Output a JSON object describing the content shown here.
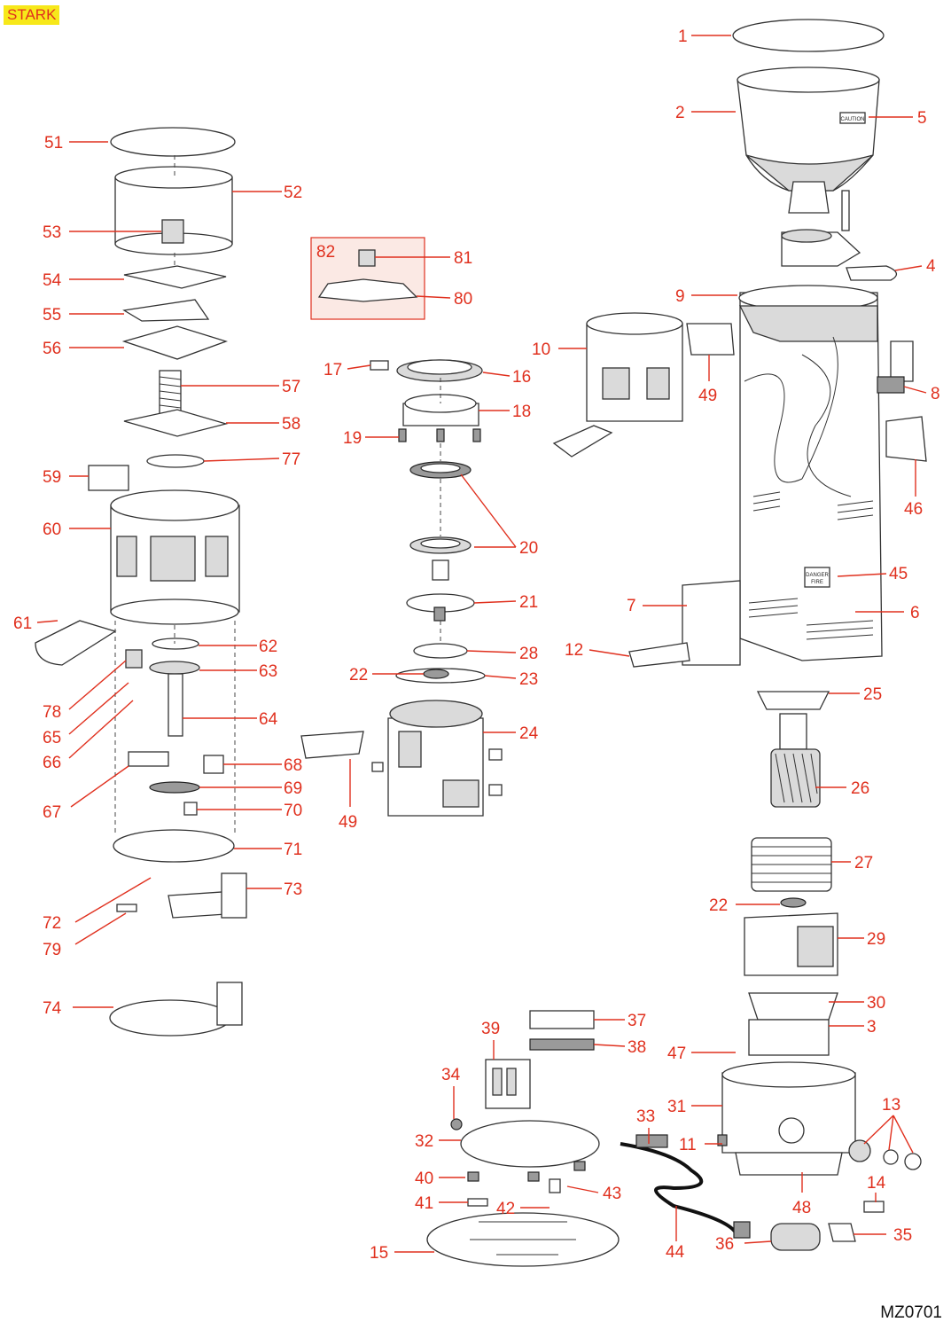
{
  "brand_badge": "STARK",
  "drawing_code": "MZ0701",
  "colors": {
    "label": "#e0301e",
    "badge_bg": "#f7e81a",
    "inset_bg": "#fbe9e4",
    "inset_border": "#e0301e"
  },
  "callouts": {
    "c1": "1",
    "c2": "2",
    "c3": "3",
    "c4": "4",
    "c5": "5",
    "c6": "6",
    "c7": "7",
    "c8": "8",
    "c9": "9",
    "c10": "10",
    "c11": "11",
    "c12": "12",
    "c13": "13",
    "c14": "14",
    "c15": "15",
    "c16": "16",
    "c17": "17",
    "c18": "18",
    "c19": "19",
    "c20": "20",
    "c21": "21",
    "c22a": "22",
    "c22b": "22",
    "c23": "23",
    "c24": "24",
    "c25": "25",
    "c26": "26",
    "c27": "27",
    "c28": "28",
    "c29": "29",
    "c30": "30",
    "c31": "31",
    "c32": "32",
    "c33": "33",
    "c34": "34",
    "c35": "35",
    "c36": "36",
    "c37": "37",
    "c38": "38",
    "c39": "39",
    "c40": "40",
    "c41": "41",
    "c42": "42",
    "c43": "43",
    "c44": "44",
    "c45": "45",
    "c46": "46",
    "c47": "47",
    "c48": "48",
    "c49a": "49",
    "c49b": "49",
    "c51": "51",
    "c52": "52",
    "c53": "53",
    "c54": "54",
    "c55": "55",
    "c56": "56",
    "c57": "57",
    "c58": "58",
    "c59": "59",
    "c60": "60",
    "c61": "61",
    "c62": "62",
    "c63": "63",
    "c64": "64",
    "c65": "65",
    "c66": "66",
    "c67": "67",
    "c68": "68",
    "c69": "69",
    "c70": "70",
    "c71": "71",
    "c72": "72",
    "c73": "73",
    "c74": "74",
    "c77": "77",
    "c78": "78",
    "c79": "79",
    "c80": "80",
    "c81": "81",
    "c82": "82"
  },
  "decals": {
    "caution": "CAUTION",
    "danger_line1": "DANGER",
    "danger_line2": "FIRE"
  }
}
